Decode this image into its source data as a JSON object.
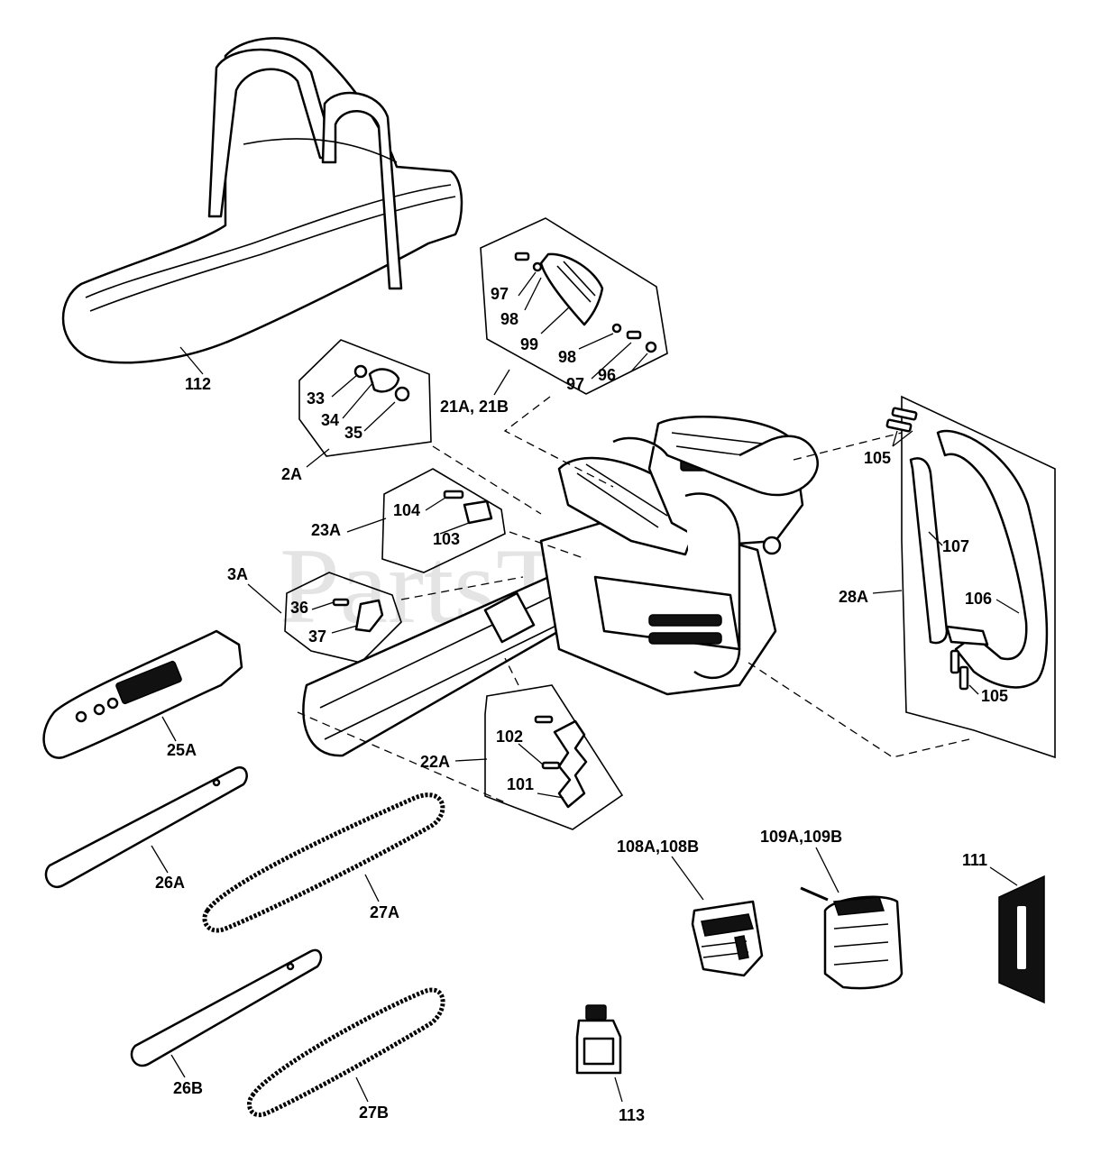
{
  "watermark": "PartsTree",
  "callouts": {
    "c112": "112",
    "c97a": "97",
    "c98a": "98",
    "c99": "99",
    "c98b": "98",
    "c97b": "97",
    "c96": "96",
    "c21": "21A, 21B",
    "c33": "33",
    "c34": "34",
    "c35": "35",
    "c2a": "2A",
    "c105a": "105",
    "c104": "104",
    "c103": "103",
    "c23a": "23A",
    "c107": "107",
    "c3a": "3A",
    "c36": "36",
    "c37": "37",
    "c28a": "28A",
    "c106": "106",
    "c105b": "105",
    "c25a": "25A",
    "c102": "102",
    "c22a": "22A",
    "c101": "101",
    "c108": "108A,108B",
    "c109": "109A,109B",
    "c111": "111",
    "c26a": "26A",
    "c27a": "27A",
    "c26b": "26B",
    "c27b": "27B",
    "c113": "113"
  }
}
